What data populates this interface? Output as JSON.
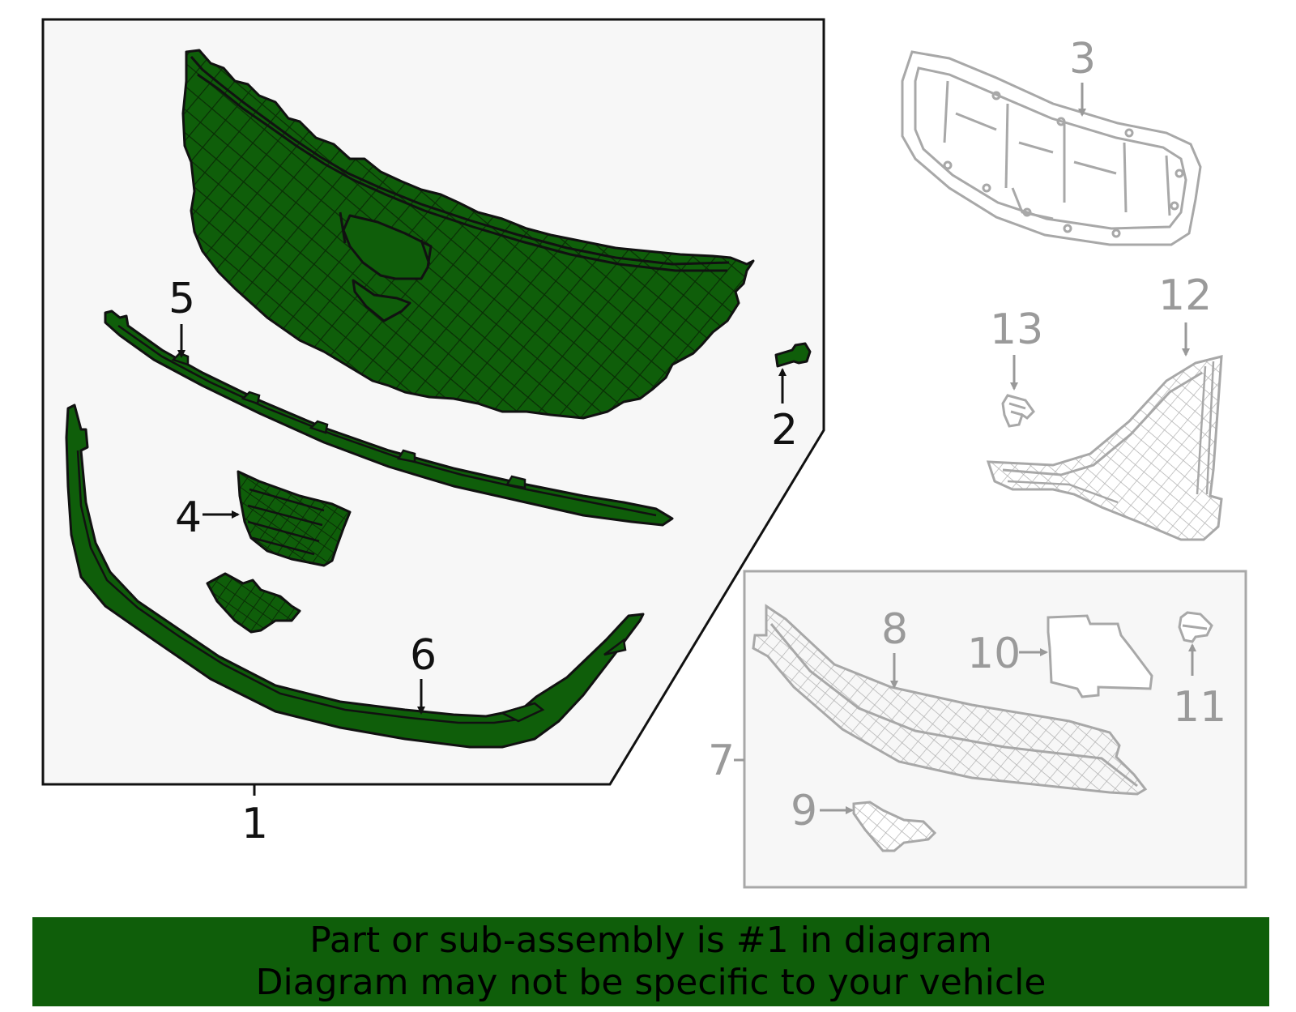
{
  "colors": {
    "highlight_fill": "#0f5e0a",
    "outline": "#111111",
    "inactive_outline": "#a8a8a8",
    "callout_inactive": "#9a9a9a",
    "panel_bg": "#f7f7f7",
    "banner_bg": "#0f5e0a"
  },
  "callouts": {
    "c1": "1",
    "c2": "2",
    "c3": "3",
    "c4": "4",
    "c5": "5",
    "c6": "6",
    "c7": "7",
    "c8": "8",
    "c9": "9",
    "c10": "10",
    "c11": "11",
    "c12": "12",
    "c13": "13"
  },
  "banner": {
    "line1": "Part or sub-assembly is #1 in diagram",
    "line2": "Diagram may not be specific to your vehicle"
  }
}
